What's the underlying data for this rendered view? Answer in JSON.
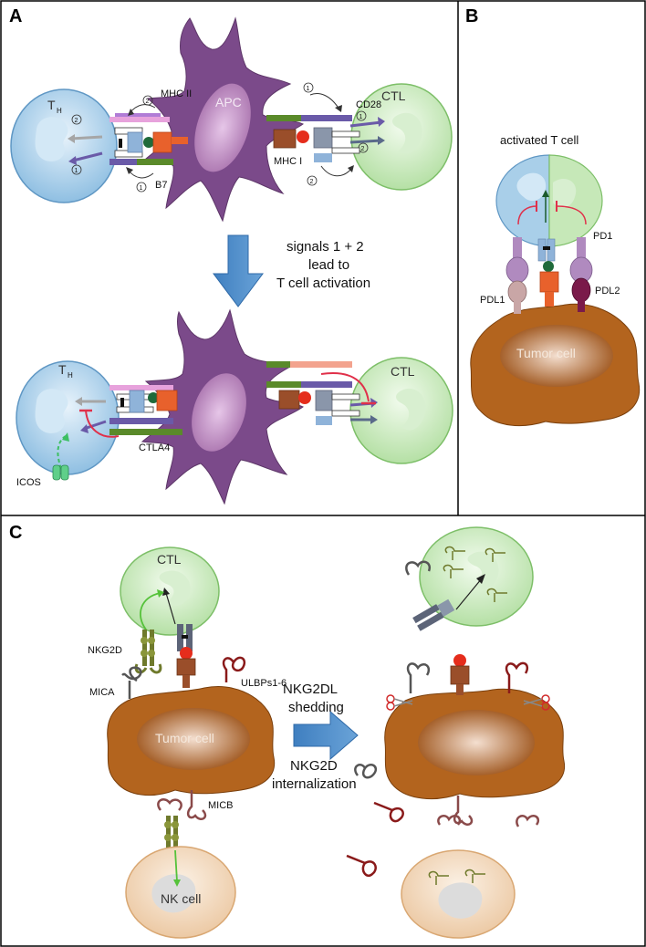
{
  "panels": {
    "a": "A",
    "b": "B",
    "c": "C"
  },
  "panel_a": {
    "apc": "APC",
    "th": "T",
    "th_sub": "H",
    "ctl": "CTL",
    "mhc2": "MHC II",
    "mhc1": "MHC I",
    "cd28": "CD28",
    "b7": "B7",
    "signal_1": "1",
    "signal_2": "2",
    "arrow_text_1": "signals 1 + 2",
    "arrow_text_2": "lead to",
    "arrow_text_3": "T cell activation",
    "ctla4": "CTLA4",
    "icos": "ICOS"
  },
  "panel_b": {
    "activated": "activated T cell",
    "pd1": "PD1",
    "pdl1": "PDL1",
    "pdl2": "PDL2",
    "tumor": "Tumor cell"
  },
  "panel_c": {
    "ctl": "CTL",
    "nkg2d": "NKG2D",
    "mica": "MICA",
    "micb": "MICB",
    "ulbps": "ULBPs1-6",
    "tumor": "Tumor cell",
    "nk": "NK cell",
    "arrow_text_1": "NKG2DL",
    "arrow_text_2": "shedding",
    "arrow_text_3": "NKG2D",
    "arrow_text_4": "internalization"
  },
  "colors": {
    "apc": "#7b4a8a",
    "th": "#a9cfe9",
    "ctl": "#c6e8b8",
    "tumor": "#b3641e",
    "nk": "#f0d7bd",
    "arrow_blue": "#4a8ac6",
    "mhc": "#e8612c",
    "tcr": "#8fb3d9",
    "b7": "#5a8a2a",
    "ctla4": "#6a5aa8",
    "nkg2d": "#6f7a2c"
  }
}
